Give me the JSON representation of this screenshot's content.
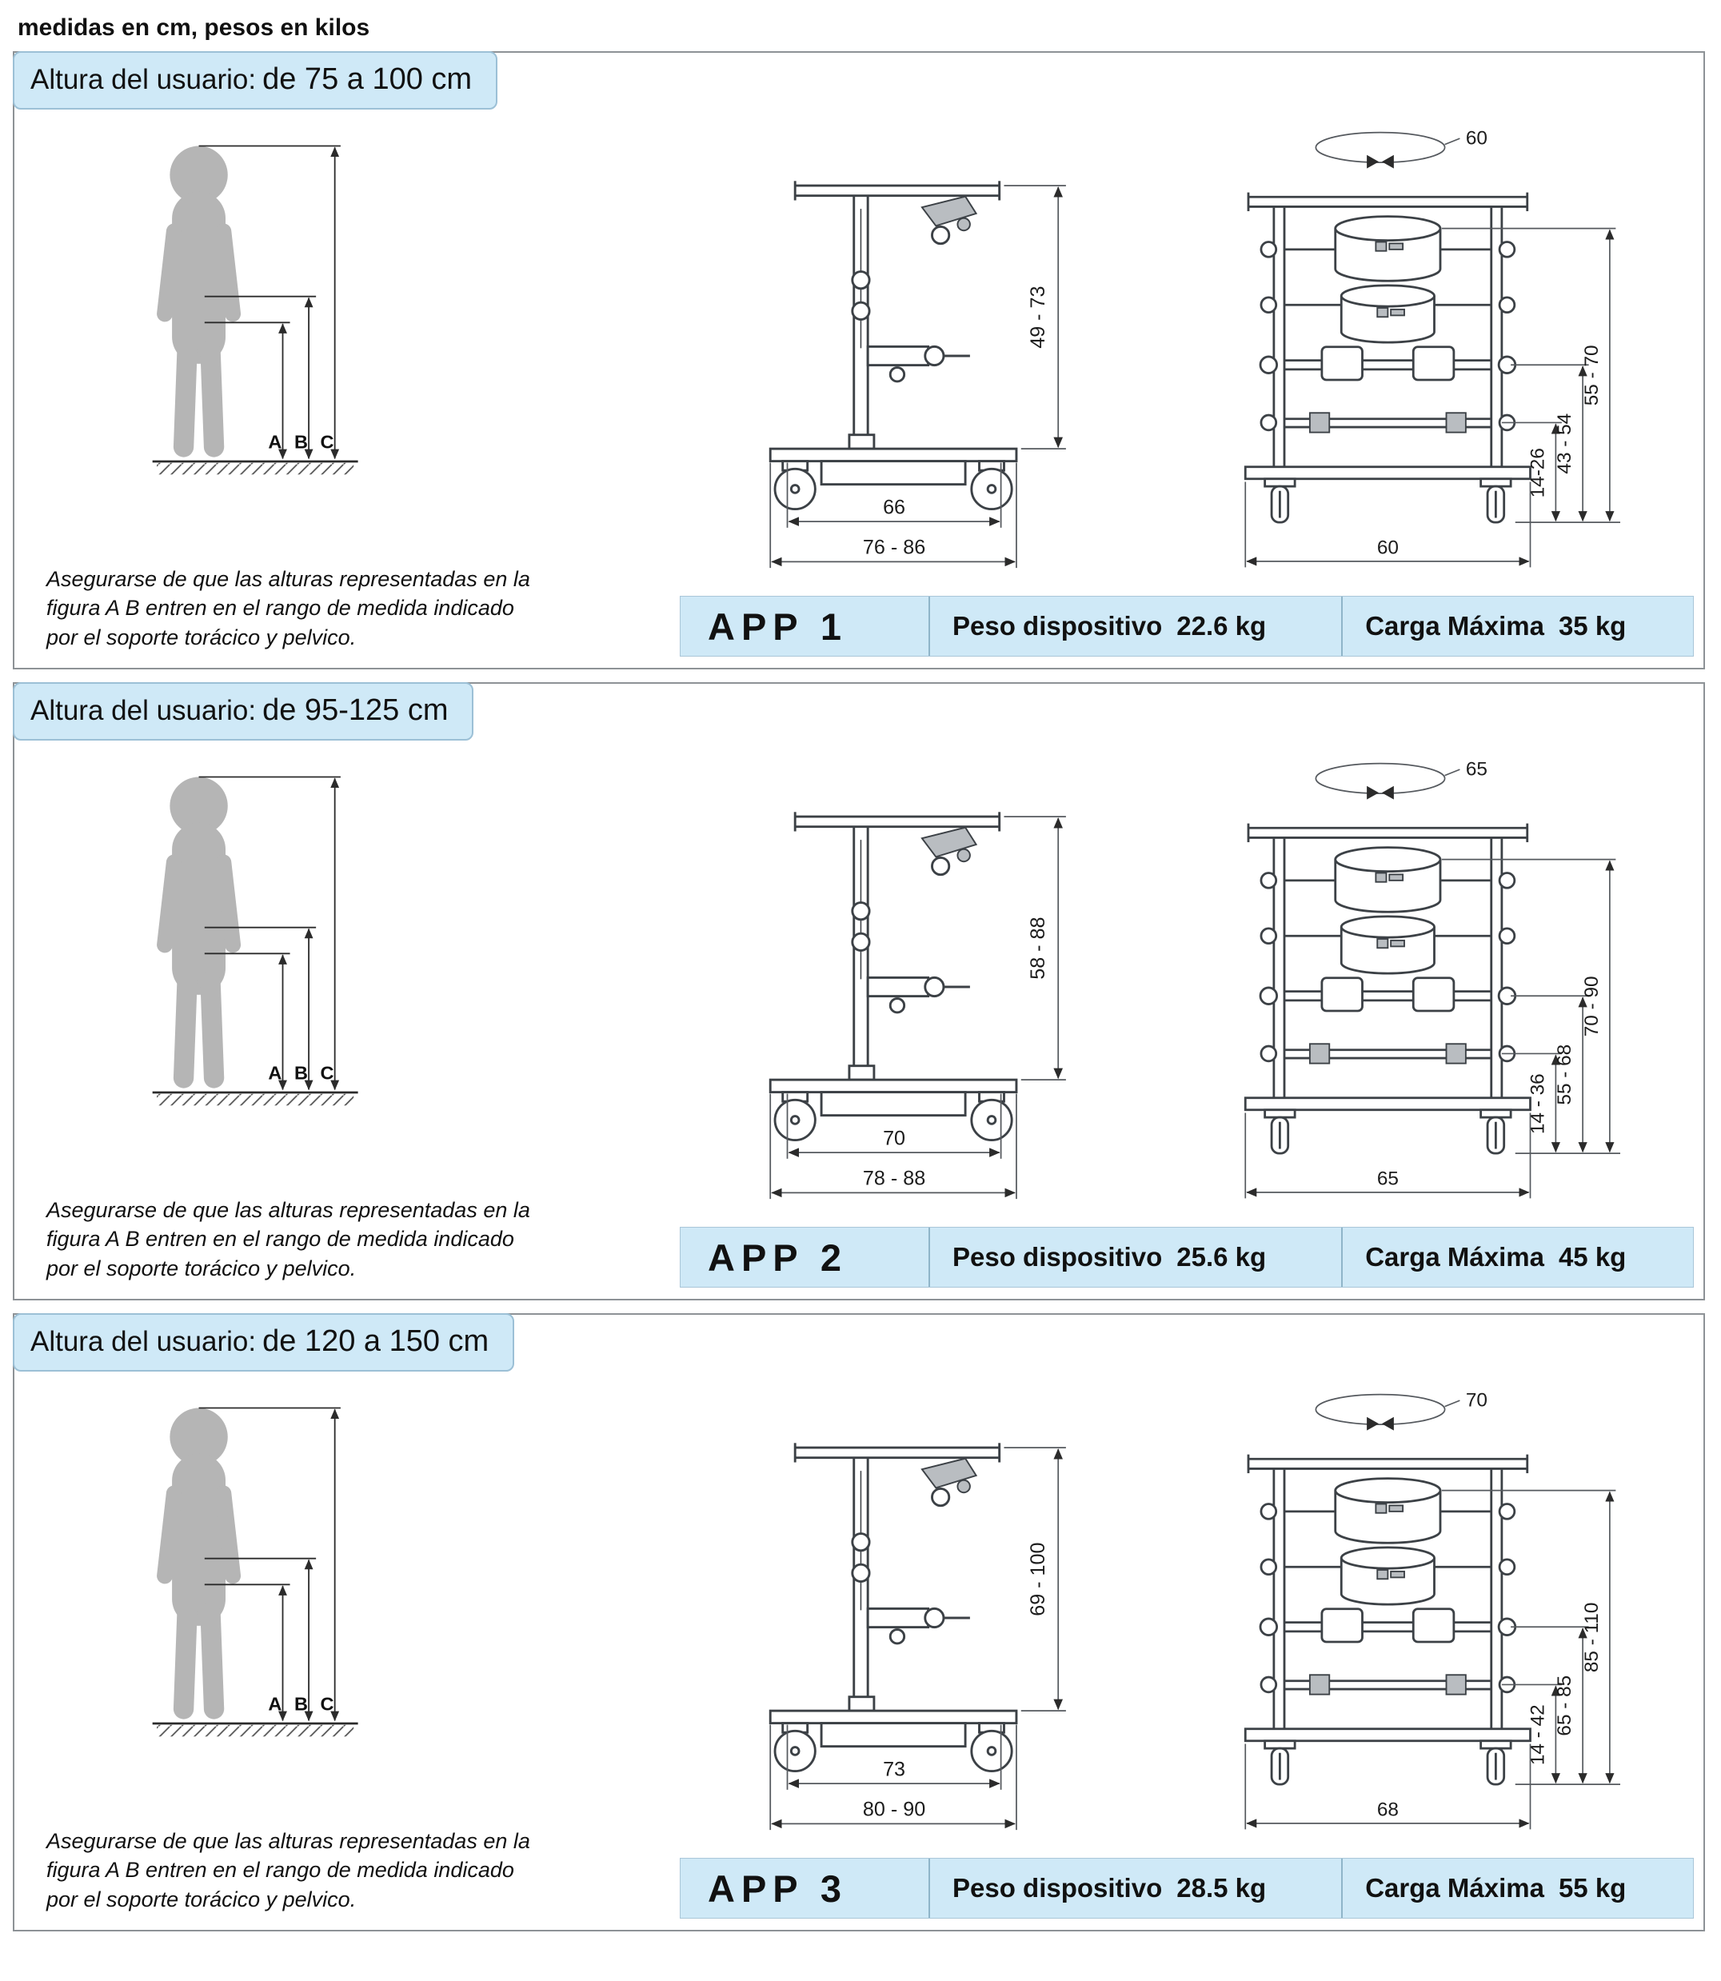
{
  "page": {
    "units_note": "medidas en cm, pesos en kilos"
  },
  "figure": {
    "label_a": "A",
    "label_b": "B",
    "label_c": "C"
  },
  "sections": [
    {
      "header_label": "Altura del usuario:",
      "header_value": "de 75 a 100 cm",
      "note": "Asegurarse de que las alturas representadas en la figura A B entren en el rango de medida indicado por el soporte torácico y pelvico.",
      "side_view": {
        "height_range": "49 - 73",
        "base_length": "66",
        "overall_length": "76 - 86"
      },
      "front_view": {
        "rotation": "60",
        "dim_inner": "14-26",
        "dim_mid": "43 - 54",
        "dim_outer": "55 - 70",
        "base_width": "60"
      },
      "app": {
        "name": "APP 1",
        "weight_label": "Peso dispositivo",
        "weight_value": "22.6 kg",
        "load_label": "Carga Máxima",
        "load_value": "35 kg"
      }
    },
    {
      "header_label": "Altura del usuario:",
      "header_value": "de 95-125 cm",
      "note": "Asegurarse de que las alturas representadas en la figura A B entren en el rango de medida indicado por el soporte torácico y pelvico.",
      "side_view": {
        "height_range": "58 - 88",
        "base_length": "70",
        "overall_length": "78 - 88"
      },
      "front_view": {
        "rotation": "65",
        "dim_inner": "14 - 36",
        "dim_mid": "55 - 68",
        "dim_outer": "70 - 90",
        "base_width": "65"
      },
      "app": {
        "name": "APP 2",
        "weight_label": "Peso dispositivo",
        "weight_value": "25.6 kg",
        "load_label": "Carga Máxima",
        "load_value": "45 kg"
      }
    },
    {
      "header_label": "Altura del usuario:",
      "header_value": "de 120 a 150 cm",
      "note": "Asegurarse de que las alturas representadas en la figura A B entren en el rango de medida indicado por el soporte torácico y pelvico.",
      "side_view": {
        "height_range": "69 - 100",
        "base_length": "73",
        "overall_length": "80 - 90"
      },
      "front_view": {
        "rotation": "70",
        "dim_inner": "14 - 42",
        "dim_mid": "65 - 85",
        "dim_outer": "85 - 110",
        "base_width": "68"
      },
      "app": {
        "name": "APP 3",
        "weight_label": "Peso dispositivo",
        "weight_value": "28.5 kg",
        "load_label": "Carga Máxima",
        "load_value": "55 kg"
      }
    }
  ]
}
